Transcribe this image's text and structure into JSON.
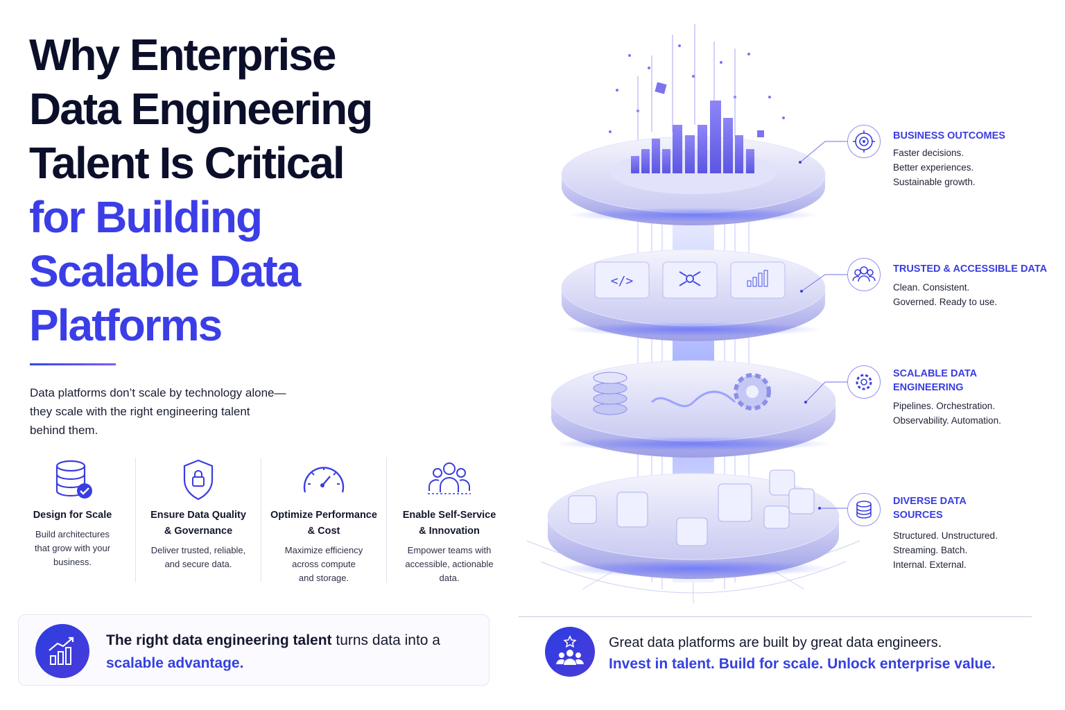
{
  "title": {
    "dark_lines": [
      "Why Enterprise",
      "Data Engineering",
      "Talent Is Critical"
    ],
    "blue_lines": [
      "for Building",
      "Scalable Data",
      "Platforms"
    ]
  },
  "intro": {
    "lines": [
      "Data platforms don’t scale by technology alone—",
      "they scale with the right engineering talent",
      "behind them."
    ]
  },
  "features": [
    {
      "icon": "database-check-icon",
      "title_lines": [
        "Design for Scale"
      ],
      "desc_lines": [
        "Build architectures",
        "that grow with your",
        "business."
      ]
    },
    {
      "icon": "shield-lock-icon",
      "title_lines": [
        "Ensure Data Quality",
        "& Governance"
      ],
      "desc_lines": [
        "Deliver trusted, reliable,",
        "and secure data."
      ]
    },
    {
      "icon": "speedometer-icon",
      "title_lines": [
        "Optimize Performance",
        "& Cost"
      ],
      "desc_lines": [
        "Maximize efficiency",
        "across compute",
        "and storage."
      ]
    },
    {
      "icon": "team-icon",
      "title_lines": [
        "Enable Self-Service",
        "& Innovation"
      ],
      "desc_lines": [
        "Empower teams with",
        "accessible, actionable",
        "data."
      ]
    }
  ],
  "callout": {
    "bold": "The right data engineering talent",
    "plain": " turns data into a",
    "highlight": "scalable advantage."
  },
  "layers": [
    {
      "icon": "target-icon",
      "title_lines": [
        "BUSINESS OUTCOMES"
      ],
      "desc_lines": [
        "Faster decisions.",
        "Better experiences.",
        "Sustainable growth."
      ]
    },
    {
      "icon": "users-icon",
      "title_lines": [
        "TRUSTED & ACCESSIBLE DATA"
      ],
      "desc_lines": [
        "Clean. Consistent.",
        "Governed. Ready to use."
      ]
    },
    {
      "icon": "gear-icon",
      "title_lines": [
        "SCALABLE DATA",
        "ENGINEERING"
      ],
      "desc_lines": [
        "Pipelines. Orchestration.",
        "Observability. Automation."
      ]
    },
    {
      "icon": "database-icon",
      "title_lines": [
        "DIVERSE DATA",
        "SOURCES"
      ],
      "desc_lines": [
        "Structured. Unstructured.",
        "Streaming. Batch.",
        "Internal. External."
      ]
    }
  ],
  "footer": {
    "line1": "Great data platforms are built by great data engineers.",
    "line2": "Invest in talent. Build for scale. Unlock enterprise value."
  },
  "colors": {
    "accent": "#3a3de0",
    "dark": "#0c0f2a",
    "layer_glow": "#6e6cf5"
  }
}
